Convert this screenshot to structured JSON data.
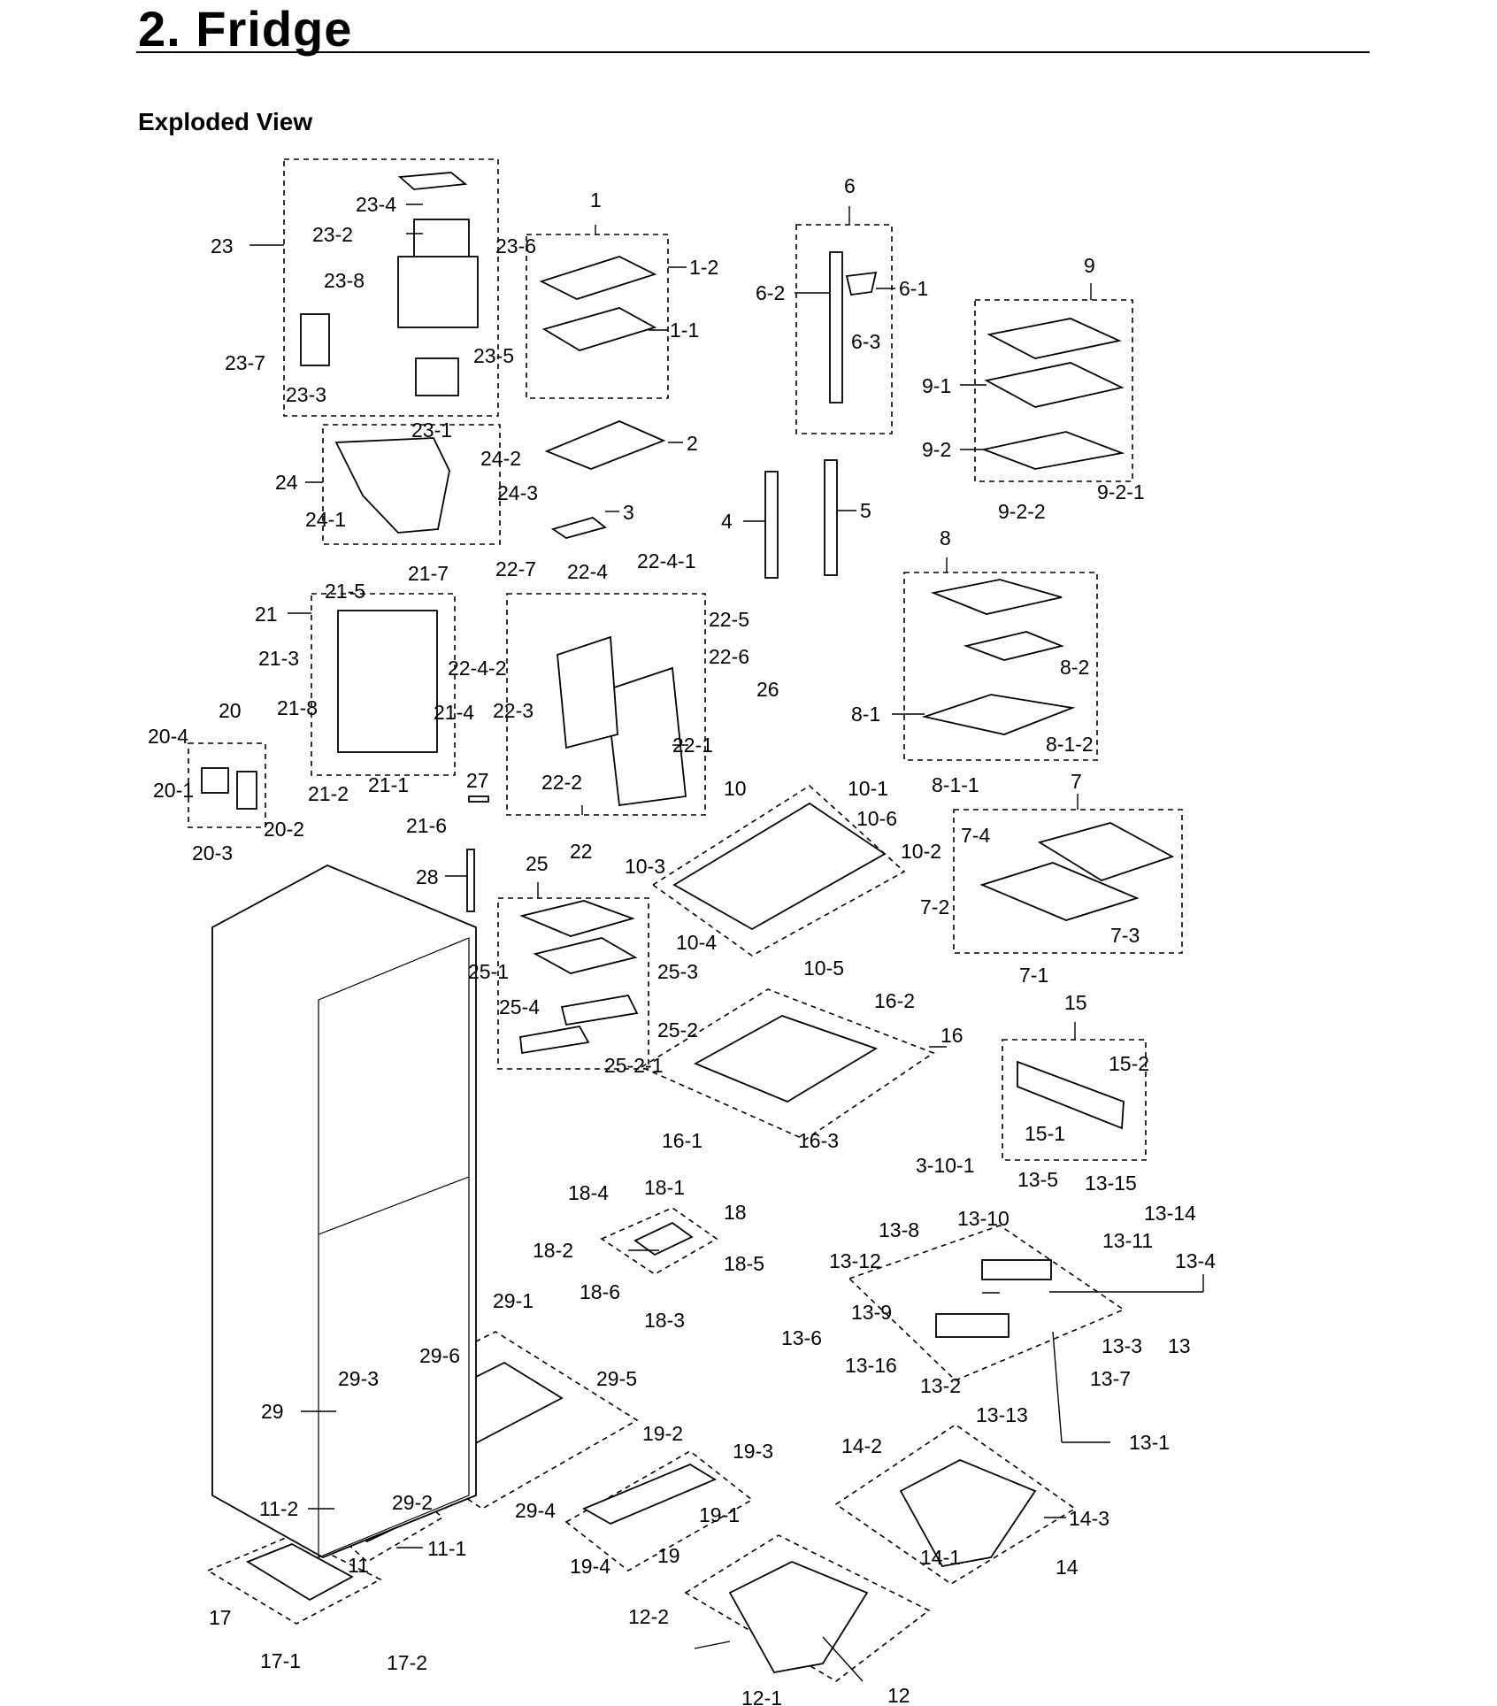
{
  "header": {
    "title": "2.  Fridge",
    "section": "Exploded View"
  },
  "labels": [
    "23-4",
    "23-2",
    "23",
    "23-6",
    "23-8",
    "23-7",
    "23-3",
    "23-5",
    "23-1",
    "1",
    "1-2",
    "1-1",
    "2",
    "3",
    "6",
    "6-1",
    "6-2",
    "6-3",
    "9",
    "9-1",
    "9-2",
    "9-2-2",
    "9-2-1",
    "24",
    "24-2",
    "24-3",
    "24-1",
    "4",
    "5",
    "8",
    "8-2",
    "8-1",
    "8-1-2",
    "8-1-1",
    "21",
    "21-5",
    "21-7",
    "21-3",
    "21-8",
    "21-4",
    "21-2",
    "21-1",
    "21-6",
    "22-7",
    "22-4",
    "22-4-1",
    "22-5",
    "22-6",
    "22-4-2",
    "22-3",
    "22-2",
    "22-1",
    "22",
    "26",
    "27",
    "20",
    "20-4",
    "20-1",
    "20-2",
    "20-3",
    "10",
    "10-1",
    "10-6",
    "10-2",
    "10-3",
    "10-4",
    "10-5",
    "7",
    "7-4",
    "7-2",
    "7-3",
    "7-1",
    "28",
    "25",
    "25-1",
    "25-3",
    "25-4",
    "25-2",
    "25-2-1",
    "16",
    "16-2",
    "16-1",
    "16-3",
    "15",
    "15-2",
    "15-1",
    "3-10-1",
    "13-5",
    "13-15",
    "13-14",
    "13-8",
    "13-10",
    "13-11",
    "13-12",
    "13-4",
    "13-9",
    "13-3",
    "13",
    "13-6",
    "13-16",
    "13-2",
    "13-7",
    "13-13",
    "13-1",
    "18-4",
    "18-1",
    "18",
    "18-2",
    "18-5",
    "18-6",
    "18-3",
    "29-1",
    "29-6",
    "29-5",
    "29-3",
    "29",
    "29-2",
    "29-4",
    "19-2",
    "19-3",
    "19-1",
    "19-4",
    "19",
    "11-2",
    "11-1",
    "11",
    "17",
    "17-1",
    "17-2",
    "14-2",
    "14-3",
    "14-1",
    "14",
    "12-2",
    "12-1",
    "12"
  ]
}
